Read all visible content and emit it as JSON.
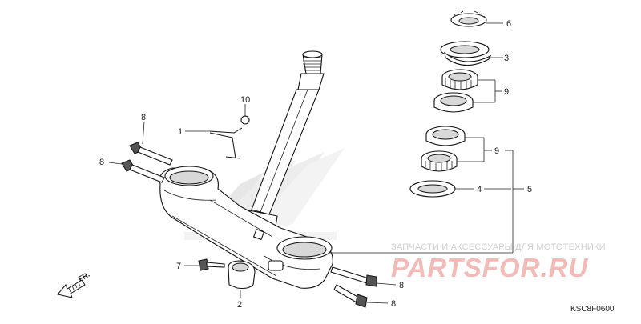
{
  "diagram": {
    "callouts": {
      "p1": "1",
      "p2": "2",
      "p3": "3",
      "p4": "4",
      "p5": "5",
      "p6": "6",
      "p7": "7",
      "p8a": "8",
      "p8b": "8",
      "p8c": "8",
      "p8d": "8",
      "p9a": "9",
      "p9b": "9",
      "p10": "10"
    },
    "direction_label": "FR.",
    "code": "KSC8F0600"
  },
  "watermark": {
    "tagline": "ЗАПЧАСТИ И АКСЕССУАРЫ ДЛЯ МОТОТЕХНИКИ",
    "logo_text": "PARTSFOR.RU",
    "brand_color": "#e6332a"
  }
}
